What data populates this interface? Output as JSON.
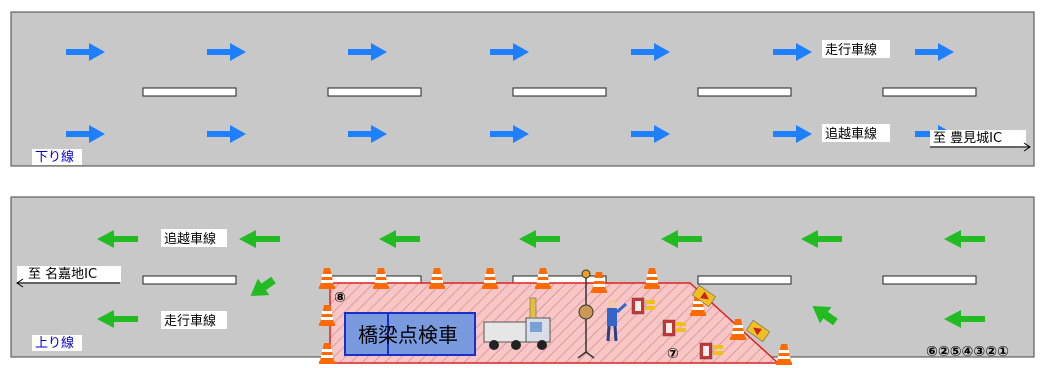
{
  "downbound": {
    "direction_label": "下り線",
    "lane_driving": "走行車線",
    "lane_passing": "追越車線",
    "destination": "至 豊見城IC",
    "colors": {
      "arrow": "#1e7fff",
      "road": "#c8c8c8"
    }
  },
  "upbound": {
    "direction_label": "上り線",
    "lane_driving": "走行車線",
    "lane_passing": "追越車線",
    "destination": "至 名嘉地IC",
    "colors": {
      "arrow": "#22bb22",
      "road": "#c8c8c8"
    }
  },
  "work_zone": {
    "vehicle_label": "橋梁点検車",
    "marker_7": "⑦",
    "marker_8": "⑧",
    "sequence": "⑥②⑤④③②①",
    "colors": {
      "zone_fill": "#f5c0c0",
      "zone_border": "#dd2222",
      "vehicle": "#7a9ae0"
    }
  }
}
